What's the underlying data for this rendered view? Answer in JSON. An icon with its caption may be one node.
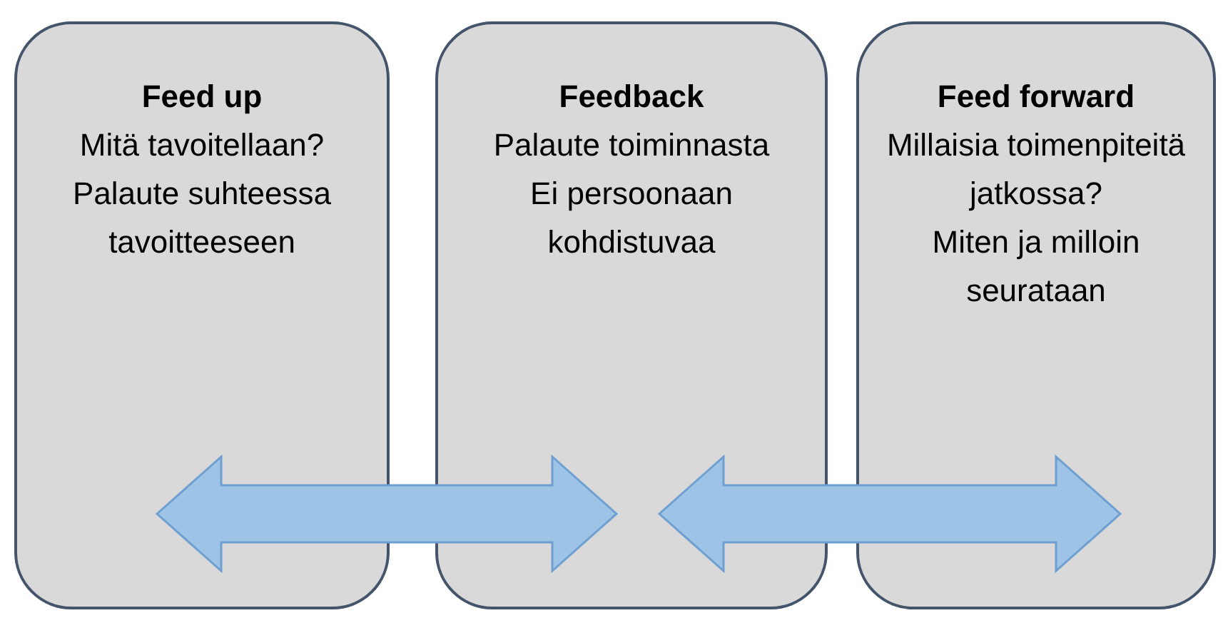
{
  "diagram": {
    "nodes": [
      {
        "text": [
          "Feed up",
          "Mitä tavoitellaan?",
          "Palaute suhteessa tavoitteeseen"
        ]
      },
      {
        "text": [
          "Feedback",
          "Palaute toiminnasta",
          "Ei persoonaan kohdistuvaa"
        ]
      },
      {
        "text": [
          "Feed forward",
          "Millaisia toimenpiteitä jatkossa?",
          "Miten ja milloin seurataan"
        ]
      }
    ],
    "edges": [
      {
        "from": 0,
        "to": 1,
        "arrow": "both"
      },
      {
        "from": 1,
        "to": 2,
        "arrow": "both"
      }
    ]
  }
}
